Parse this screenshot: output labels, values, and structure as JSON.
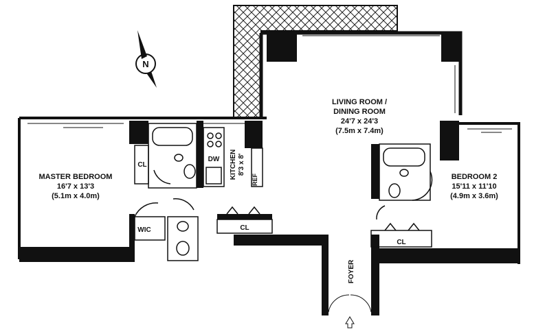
{
  "compass": {
    "label": "N"
  },
  "rooms": {
    "living": {
      "name_line1": "LIVING ROOM /",
      "name_line2": "DINING ROOM",
      "dims_ft": "24'7 x 24'3",
      "dims_m": "(7.5m x 7.4m)"
    },
    "master": {
      "name": "MASTER BEDROOM",
      "dims_ft": "16'7 x 13'3",
      "dims_m": "(5.1m x 4.0m)"
    },
    "bedroom2": {
      "name": "BEDROOM 2",
      "dims_ft": "15'11 x 11'10",
      "dims_m": "(4.9m x 3.6m)"
    },
    "kitchen": {
      "name": "KITCHEN",
      "dims_ft": "8'3 x 8'"
    }
  },
  "fixtures": {
    "dishwasher": "DW",
    "refrigerator": "REF",
    "walk_in_closet": "WIC",
    "closet": "CL",
    "foyer": "FOYER"
  },
  "colors": {
    "wall": "#111111",
    "hatch": "#222222",
    "background": "#ffffff"
  }
}
